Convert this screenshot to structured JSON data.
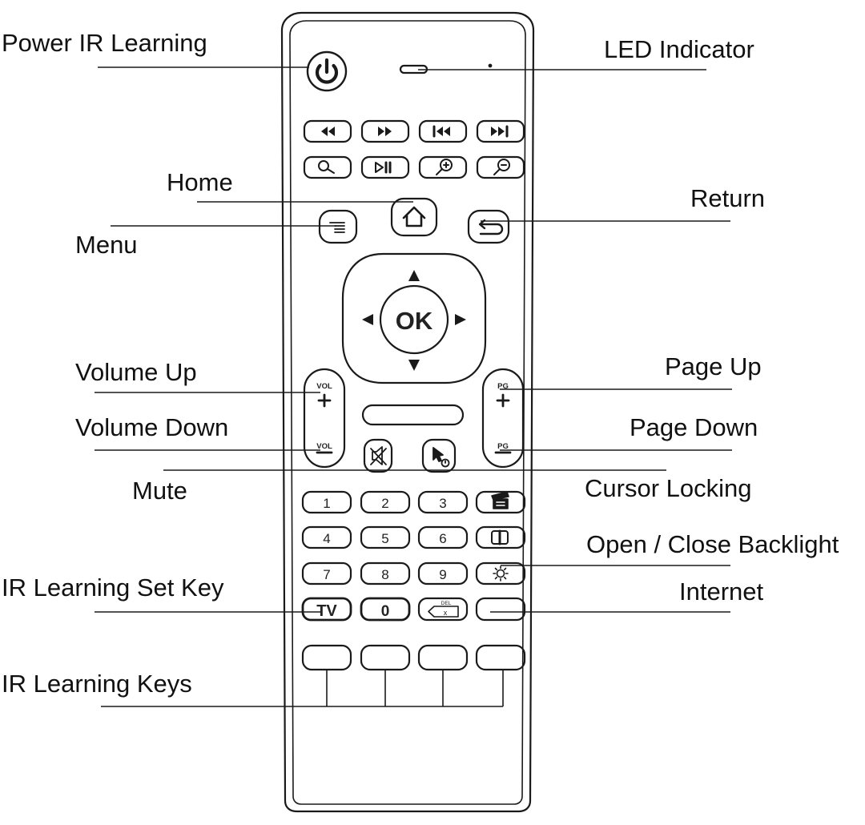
{
  "callouts": {
    "power_ir_learning": "Power IR Learning",
    "led_indicator": "LED Indicator",
    "home": "Home",
    "return": "Return",
    "menu": "Menu",
    "volume_up": "Volume Up",
    "page_up": "Page Up",
    "volume_down": "Volume Down",
    "page_down": "Page Down",
    "mute": "Mute",
    "cursor_locking": "Cursor Locking",
    "backlight": "Open / Close Backlight",
    "ir_learning_set_key": "IR Learning Set Key",
    "internet": "Internet",
    "ir_learning_keys": "IR Learning Keys"
  },
  "remote": {
    "ok_label": "OK",
    "vol_label": "VOL",
    "pg_label": "PG",
    "plus_sign": "+",
    "minus_sign": "–",
    "tv_label": "TV",
    "zero_label": "0",
    "del_label": "DEL",
    "del_x": "x",
    "digits": [
      "1",
      "2",
      "3",
      "4",
      "5",
      "6",
      "7",
      "8",
      "9"
    ]
  },
  "colors": {
    "ink": "#1a1a1a",
    "remote_fill": "#ffffff",
    "label_text": "#111111"
  }
}
